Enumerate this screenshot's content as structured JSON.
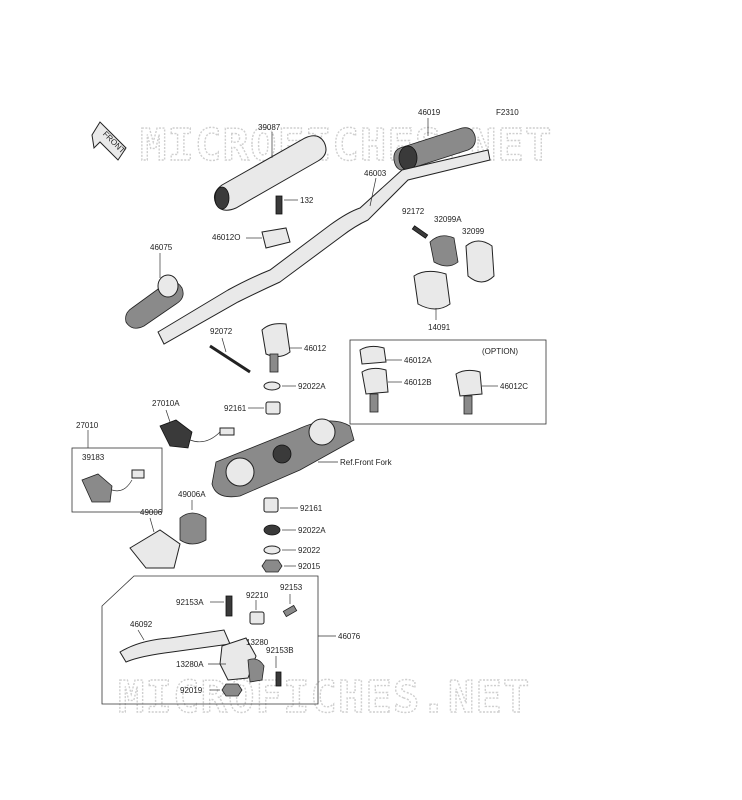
{
  "diagram": {
    "figure_code": "F2310",
    "watermark_text": "MICROFICHES.NET",
    "front_arrow_text": "FRONT",
    "option_label": "(OPTION)",
    "ref_label": "Ref.Front Fork",
    "parts": {
      "p46019": "46019",
      "p39087": "39087",
      "p132": "132",
      "p46003": "46003",
      "p46012O": "46012O",
      "p46075": "46075",
      "p92172": "92172",
      "p32099A": "32099A",
      "p32099": "32099",
      "p14091": "14091",
      "p92072": "92072",
      "p46012": "46012",
      "p46012A": "46012A",
      "p46012B": "46012B",
      "p46012C": "46012C",
      "p92022A_top": "92022A",
      "p27010A": "27010A",
      "p92161_top": "92161",
      "p27010": "27010",
      "p39183": "39183",
      "p49006A": "49006A",
      "p49006": "49006",
      "p92161_bot": "92161",
      "p92022A_bot": "92022A",
      "p92022": "92022",
      "p92015": "92015",
      "p92153A": "92153A",
      "p92210": "92210",
      "p92153": "92153",
      "p46092": "46092",
      "p46076": "46076",
      "p13280": "13280",
      "p13280A": "13280A",
      "p92153B": "92153B",
      "p92019": "92019"
    }
  }
}
